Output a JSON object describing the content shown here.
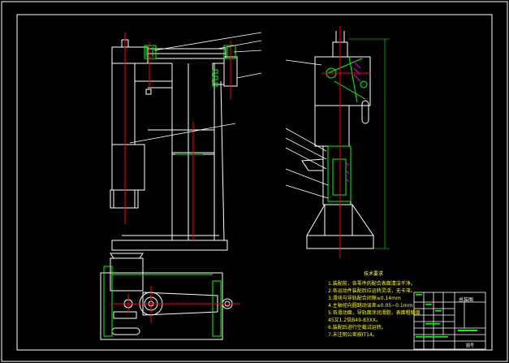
{
  "colors": {
    "background": "#000000",
    "outline": "#ffffff",
    "centerline": "#ff0000",
    "highlight": "#00ff00",
    "leader": "#ffffff",
    "hatch": "#ff00ff",
    "notes_text": "#ffff00"
  },
  "notes": {
    "title": "技术要求",
    "lines": [
      "1.装配前，各零件的配合表面清洁干净。",
      "2.各运动件装配后应运转灵活，无卡滞。",
      "3.滑块与导轨配合间隙≤0.14mm",
      "4.主轴径向圆跳动误差≤0.05~0.1mm",
      "5.各滑动面，导轨面涂润滑脂，表面粗糙度",
      "45又1.2倍B49-83XX。",
      "6.装配后进行空载试运转。",
      "7.未注明公差按IT14。"
    ]
  },
  "title_block": {
    "drawing_name": "总装图",
    "sheet": "图号"
  }
}
